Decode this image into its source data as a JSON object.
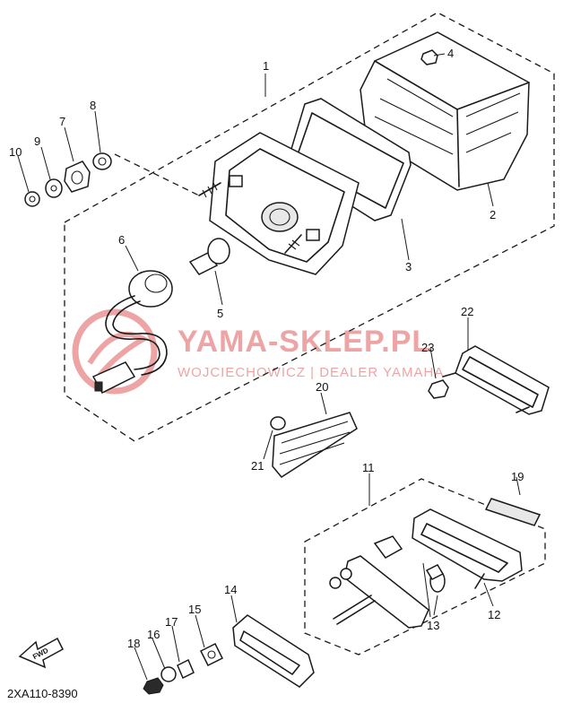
{
  "diagram": {
    "code": "2XA110-8390",
    "fwd_label": "FWD",
    "watermark": {
      "brand": "YAMA-SKLEP.PL",
      "tagline": "WOJCIECHOWICZ | DEALER YAMAHA",
      "color": "#e05a5a"
    },
    "callouts": [
      "1",
      "2",
      "3",
      "4",
      "5",
      "6",
      "7",
      "8",
      "9",
      "10",
      "11",
      "12",
      "13",
      "14",
      "15",
      "16",
      "17",
      "18",
      "19",
      "20",
      "21",
      "22",
      "23"
    ]
  }
}
